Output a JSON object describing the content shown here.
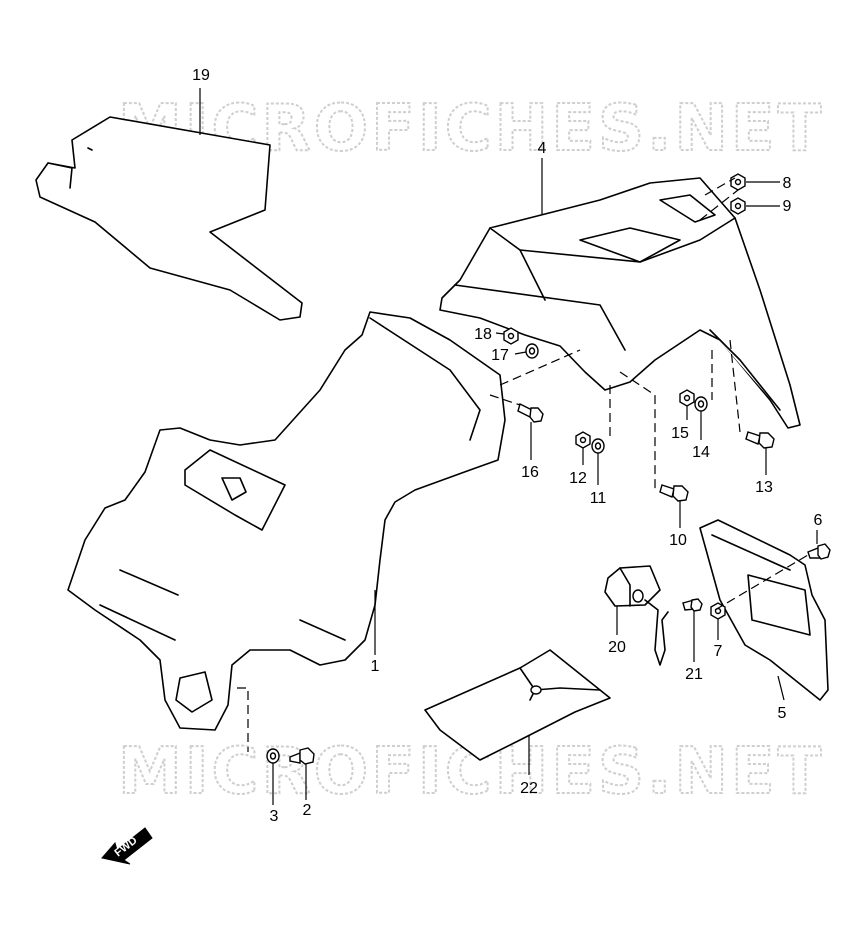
{
  "watermark": {
    "top": "MICROFICHES.NET",
    "bottom": "MICROFICHES.NET"
  },
  "direction_label": "FWD",
  "callouts": {
    "p1": "1",
    "p2": "2",
    "p3": "3",
    "p4": "4",
    "p5": "5",
    "p6": "6",
    "p7": "7",
    "p8": "8",
    "p9": "9",
    "p10": "10",
    "p11": "11",
    "p12": "12",
    "p13": "13",
    "p14": "14",
    "p15": "15",
    "p16": "16",
    "p17": "17",
    "p18": "18",
    "p19": "19",
    "p20": "20",
    "p21": "21",
    "p22": "22"
  }
}
